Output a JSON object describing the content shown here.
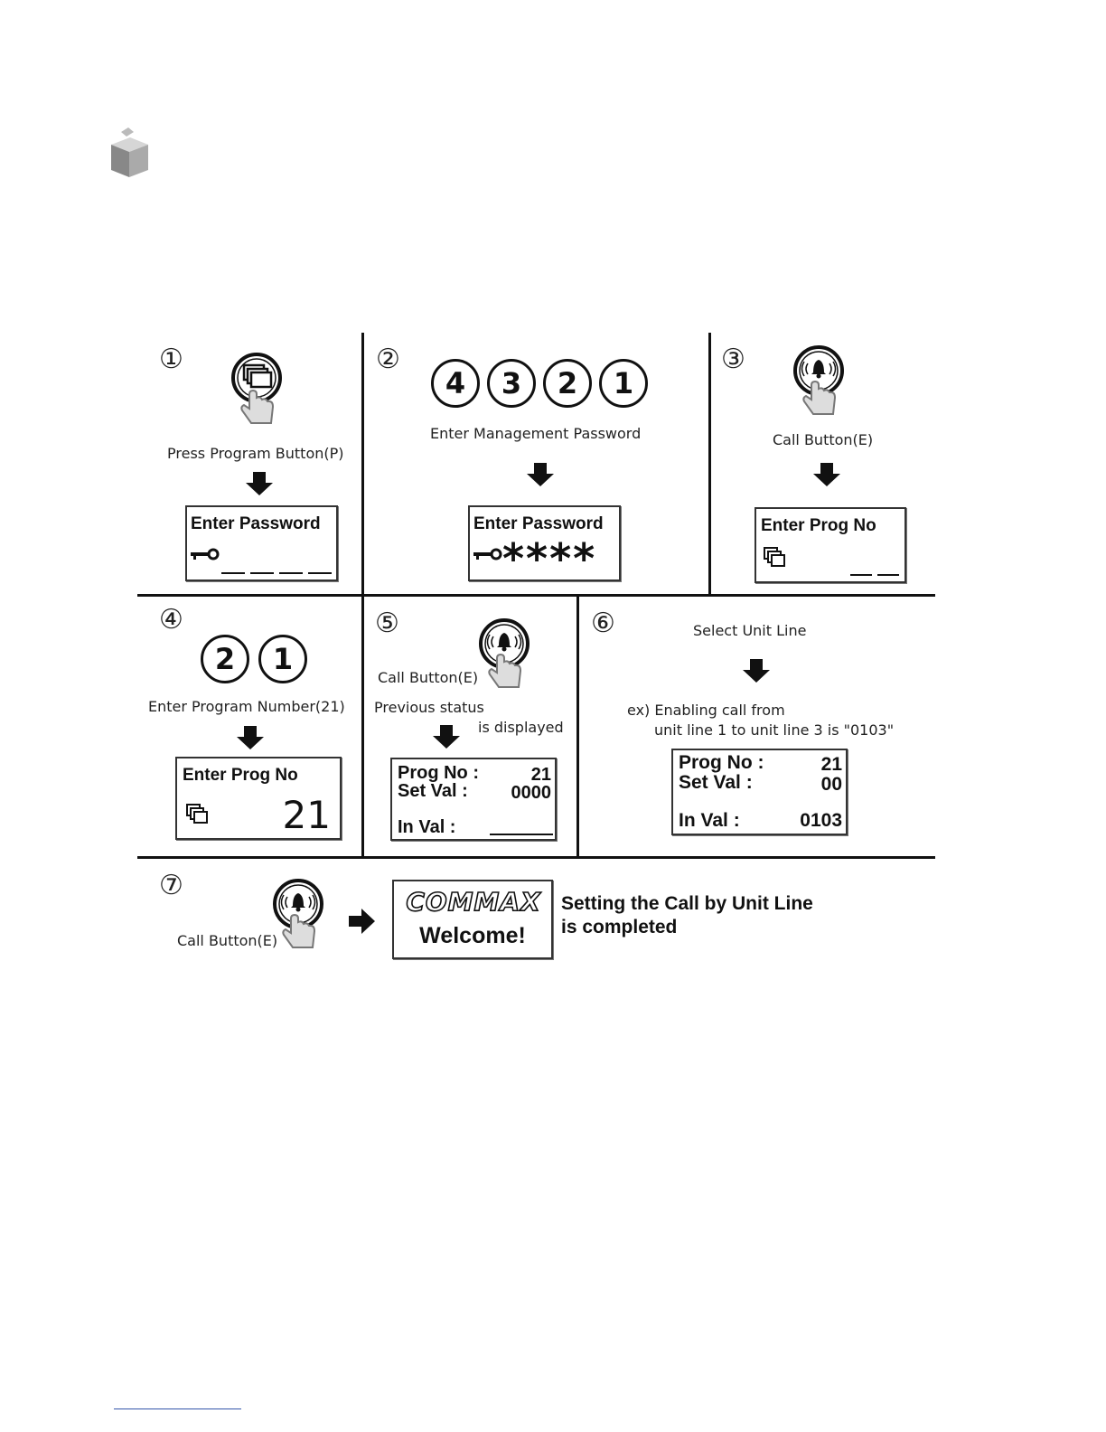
{
  "steps": {
    "s1": {
      "num": "①",
      "caption": "Press Program Button(P)",
      "lcd_line1": "Enter Password"
    },
    "s2": {
      "num": "②",
      "digits": [
        "4",
        "3",
        "2",
        "1"
      ],
      "caption": "Enter Management Password",
      "lcd_line1": "Enter Password",
      "lcd_stars": "****"
    },
    "s3": {
      "num": "③",
      "caption": "Call Button(E)",
      "lcd_line1": "Enter Prog No"
    },
    "s4": {
      "num": "④",
      "digits": [
        "2",
        "1"
      ],
      "caption": "Enter Program Number(21)",
      "lcd_line1": "Enter Prog No",
      "lcd_value": "21"
    },
    "s5": {
      "num": "⑤",
      "caption": "Call Button(E)",
      "caption2": "Previous status",
      "caption3": "is displayed",
      "lcd_prog_label": "Prog No :",
      "lcd_prog_value": "21",
      "lcd_set_label": "Set  Val  :",
      "lcd_set_value": "0000",
      "lcd_in_label": "In Val :"
    },
    "s6": {
      "num": "⑥",
      "caption": "Select Unit Line",
      "example1": "ex) Enabling call  from",
      "example2": "unit line 1 to unit line 3 is \"0103\"",
      "lcd_prog_label": "Prog No :",
      "lcd_prog_value": "21",
      "lcd_set_label": "Set  Val  :",
      "lcd_set_value": "00",
      "lcd_in_label": "In Val :",
      "lcd_in_value": "0103"
    },
    "s7": {
      "num": "⑦",
      "caption": "Call Button(E)",
      "logo": "COMMAX",
      "welcome": "Welcome!",
      "result1": "Setting the Call by Unit Line",
      "result2": "is completed"
    }
  }
}
